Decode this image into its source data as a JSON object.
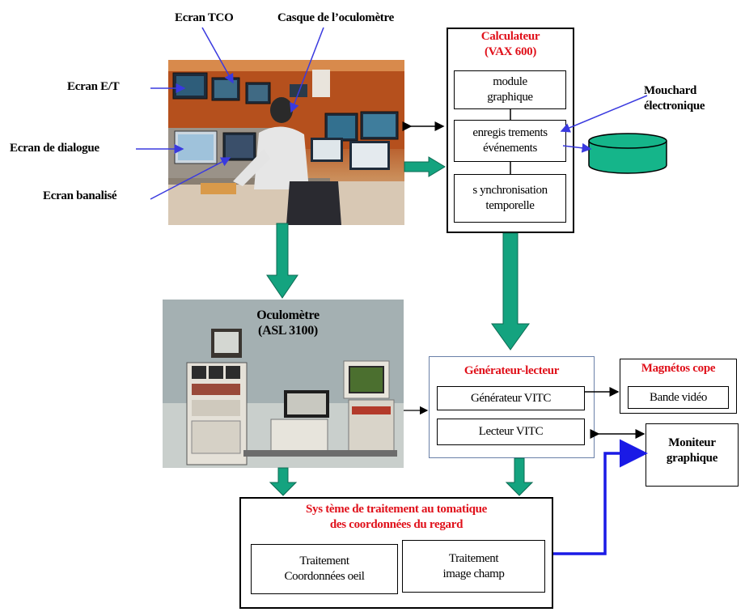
{
  "labels": {
    "ecran_tco": "Ecran TCO",
    "casque": "Casque de l’oculomètre",
    "ecran_et": "Ecran E/T",
    "ecran_dialogue": "Ecran de dialogue",
    "ecran_banalise": "Ecran banalisé",
    "mouchard": "Mouchard\nélectronique"
  },
  "calculateur": {
    "title": "Calculateur\n(VAX 600)",
    "module": "module\ngraphique",
    "enregistrements": "enregis trements\névénements",
    "synchro": "s ynchronisation\ntemporelle"
  },
  "oculometre": {
    "title": "Oculomètre\n(ASL 3100)"
  },
  "generateur": {
    "title": "Générateur-lecteur",
    "vitc_gen": "Générateur VITC",
    "vitc_lect": "Lecteur VITC"
  },
  "magnetoscope": {
    "title": "Magnétos cope",
    "bande": "Bande vidéo"
  },
  "moniteur": {
    "title": "Moniteur\ngraphique"
  },
  "systeme": {
    "title": "Sys tème de traitement au tomatique\ndes coordonnées du regard",
    "oeil": "Traitement\nCoordonnées oeil",
    "image": "Traitement\nimage champ"
  },
  "colors": {
    "red": "#e0101a",
    "arrow_green": "#14a37f",
    "arrow_blue": "#1a1ae6",
    "pointer_blue": "#3a3adf"
  }
}
